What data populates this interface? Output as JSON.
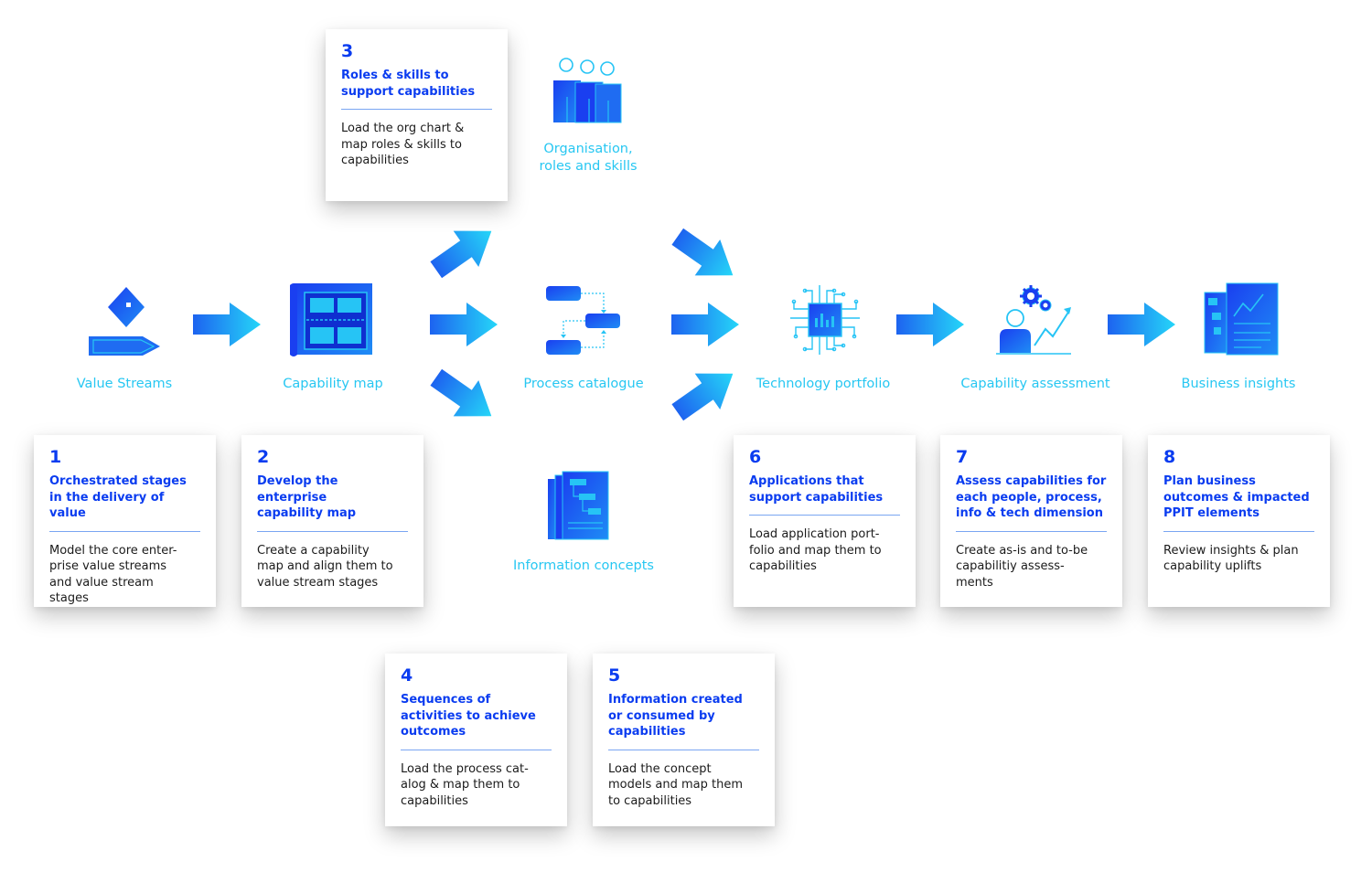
{
  "stages": [
    {
      "id": "value-streams",
      "label": "Value Streams",
      "icon": "value-stream-icon"
    },
    {
      "id": "capability-map",
      "label": "Capability map",
      "icon": "capability-map-icon"
    },
    {
      "id": "organisation",
      "label": "Organisation,\nroles and skills",
      "icon": "people-icon"
    },
    {
      "id": "process-catalogue",
      "label": "Process catalogue",
      "icon": "process-flow-icon"
    },
    {
      "id": "information-concepts",
      "label": "Information concepts",
      "icon": "document-stack-icon"
    },
    {
      "id": "technology-portfolio",
      "label": "Technology portfolio",
      "icon": "chip-icon"
    },
    {
      "id": "capability-assessment",
      "label": "Capability assessment",
      "icon": "person-gears-growth-icon"
    },
    {
      "id": "business-insights",
      "label": "Business insights",
      "icon": "insights-report-icon"
    }
  ],
  "steps": [
    {
      "number": "1",
      "title": "Orchestrated stages\nin the delivery of value",
      "description": "Model the core enter-\nprise value streams\nand value stream\nstages"
    },
    {
      "number": "2",
      "title": "Develop the enterprise\ncapability map",
      "description": "Create a capability\nmap and align them to\nvalue stream stages"
    },
    {
      "number": "3",
      "title": "Roles & skills to\nsupport capabilities",
      "description": "Load the org chart &\nmap roles & skills to\ncapabilities"
    },
    {
      "number": "4",
      "title": "Sequences of\nactivities to achieve\noutcomes",
      "description": "Load the process cat-\nalog & map them to\ncapabilities"
    },
    {
      "number": "5",
      "title": "Information created\nor consumed by\ncapabilities",
      "description": "Load the concept\nmodels and map them\nto capabilities"
    },
    {
      "number": "6",
      "title": "Applications that\nsupport capabilities",
      "description": "Load application port-\nfolio and map them to\ncapabilities"
    },
    {
      "number": "7",
      "title": "Assess capabilities for\neach people, process,\ninfo & tech dimension",
      "description": "Create as-is and to-be\ncapabilitiy assess-\nments"
    },
    {
      "number": "8",
      "title": "Plan business\noutcomes & impacted\nPPIT elements",
      "description": "Review insights & plan\ncapability uplifts"
    }
  ],
  "colors": {
    "accent_blue": "#0a3cf0",
    "label_cyan": "#27c7f2",
    "arrow_start": "#1f6cf2",
    "arrow_end": "#22d3f7"
  }
}
